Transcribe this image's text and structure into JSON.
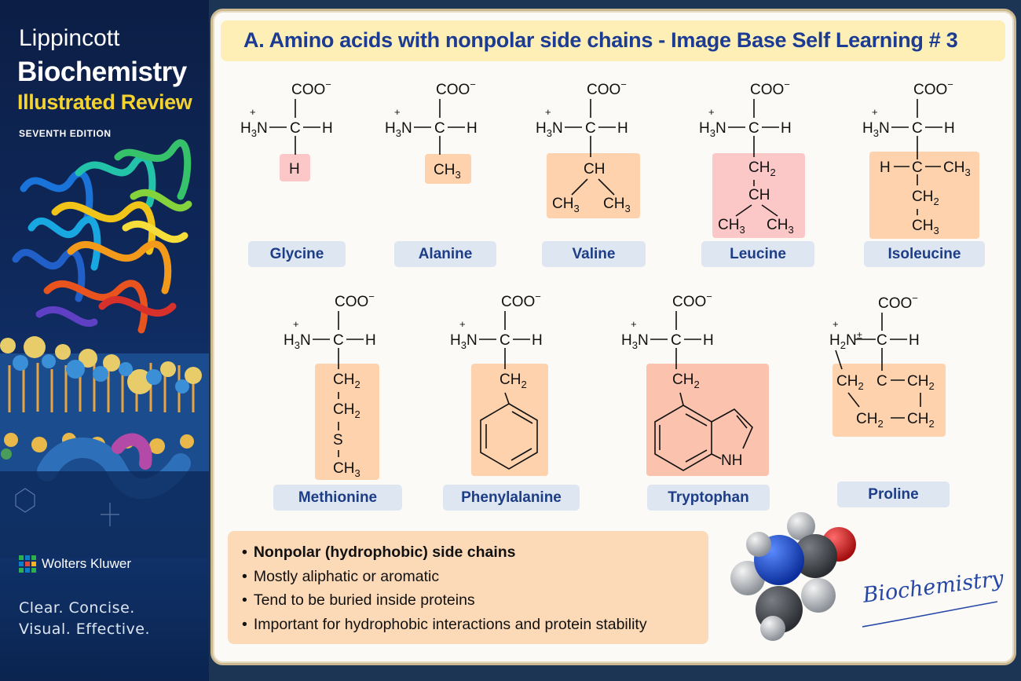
{
  "cover": {
    "brand": "Lippincott",
    "title": "Biochemistry",
    "subtitle": "Illustrated Review",
    "edition": "SEVENTH EDITION",
    "publisher": "Wolters Kluwer",
    "tagline_1": "Clear. Concise.",
    "tagline_2": "Visual. Effective.",
    "title_color": "#ffffff",
    "subtitle_color": "#f4d330"
  },
  "header": {
    "title": "A.  Amino acids with nonpolar side chains - Image Base Self Learning # 3"
  },
  "backbone": {
    "carboxylate": "COO",
    "amino": "H",
    "nitrogen": "N",
    "alpha_carbon": "C",
    "hydrogen": "H",
    "minus": "−",
    "plus": "+",
    "proline_charge": "±",
    "subscript_3": "3",
    "subscript_2": "2"
  },
  "side_chain_labels": {
    "h": "H",
    "ch": "CH",
    "c": "C",
    "s": "S",
    "nh": "NH"
  },
  "amino_acids": [
    {
      "name": "Glycine"
    },
    {
      "name": "Alanine"
    },
    {
      "name": "Valine"
    },
    {
      "name": "Leucine"
    },
    {
      "name": "Isoleucine"
    },
    {
      "name": "Methionine"
    },
    {
      "name": "Phenylalanine"
    },
    {
      "name": "Tryptophan"
    },
    {
      "name": "Proline"
    }
  ],
  "notes": [
    "Nonpolar (hydrophobic) side chains",
    "Mostly aliphatic or aromatic",
    "Tend to be buried inside proteins",
    "Important for hydrophobic interactions and protein stability"
  ],
  "signature": "Biochemistry",
  "colors": {
    "header_band": "#fdefb5",
    "header_text": "#1c3b93",
    "name_badge": "#dde6f1",
    "side_chain_orange": "#fdd2ad",
    "side_chain_pink": "#fbc8c7",
    "notes_band": "#fcd9b7",
    "signature_ink": "#2447a8"
  },
  "icons": {
    "publisher_logo": "wolters-kluwer-logo",
    "protein": "protein-ribbon-illustration",
    "membrane": "lipid-bilayer-illustration",
    "molecule": "ball-and-stick-molecule-model"
  }
}
